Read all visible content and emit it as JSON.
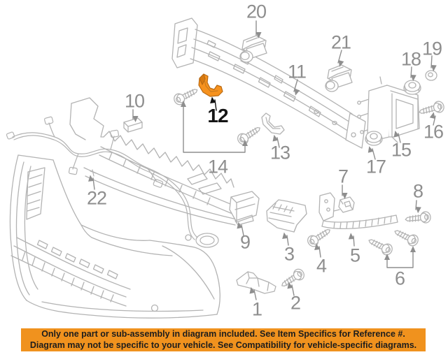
{
  "diagram": {
    "name": "Rear bumper exploded parts diagram",
    "line_color": "#b3b3b3",
    "label_color": "#8e8e8e",
    "highlighted_part_number": "12",
    "highlight_fill_color": "#F6921E",
    "highlight_outline_color": "#B96A14",
    "part_labels": [
      {
        "number": "1"
      },
      {
        "number": "2"
      },
      {
        "number": "3"
      },
      {
        "number": "4"
      },
      {
        "number": "5"
      },
      {
        "number": "6"
      },
      {
        "number": "7"
      },
      {
        "number": "8"
      },
      {
        "number": "9"
      },
      {
        "number": "10"
      },
      {
        "number": "11"
      },
      {
        "number": "12"
      },
      {
        "number": "13"
      },
      {
        "number": "14"
      },
      {
        "number": "15"
      },
      {
        "number": "16"
      },
      {
        "number": "17"
      },
      {
        "number": "18"
      },
      {
        "number": "19"
      },
      {
        "number": "20"
      },
      {
        "number": "21"
      },
      {
        "number": "22"
      }
    ]
  },
  "banner": {
    "background_color": "#F0921E",
    "text_color": "#1d1d1d",
    "line1": "Only one part or sub-assembly in diagram included. See Item Specifics for Reference #.",
    "line2": "Diagram may not be specific to your vehicle. See Compatibility for vehicle-specific diagrams."
  }
}
